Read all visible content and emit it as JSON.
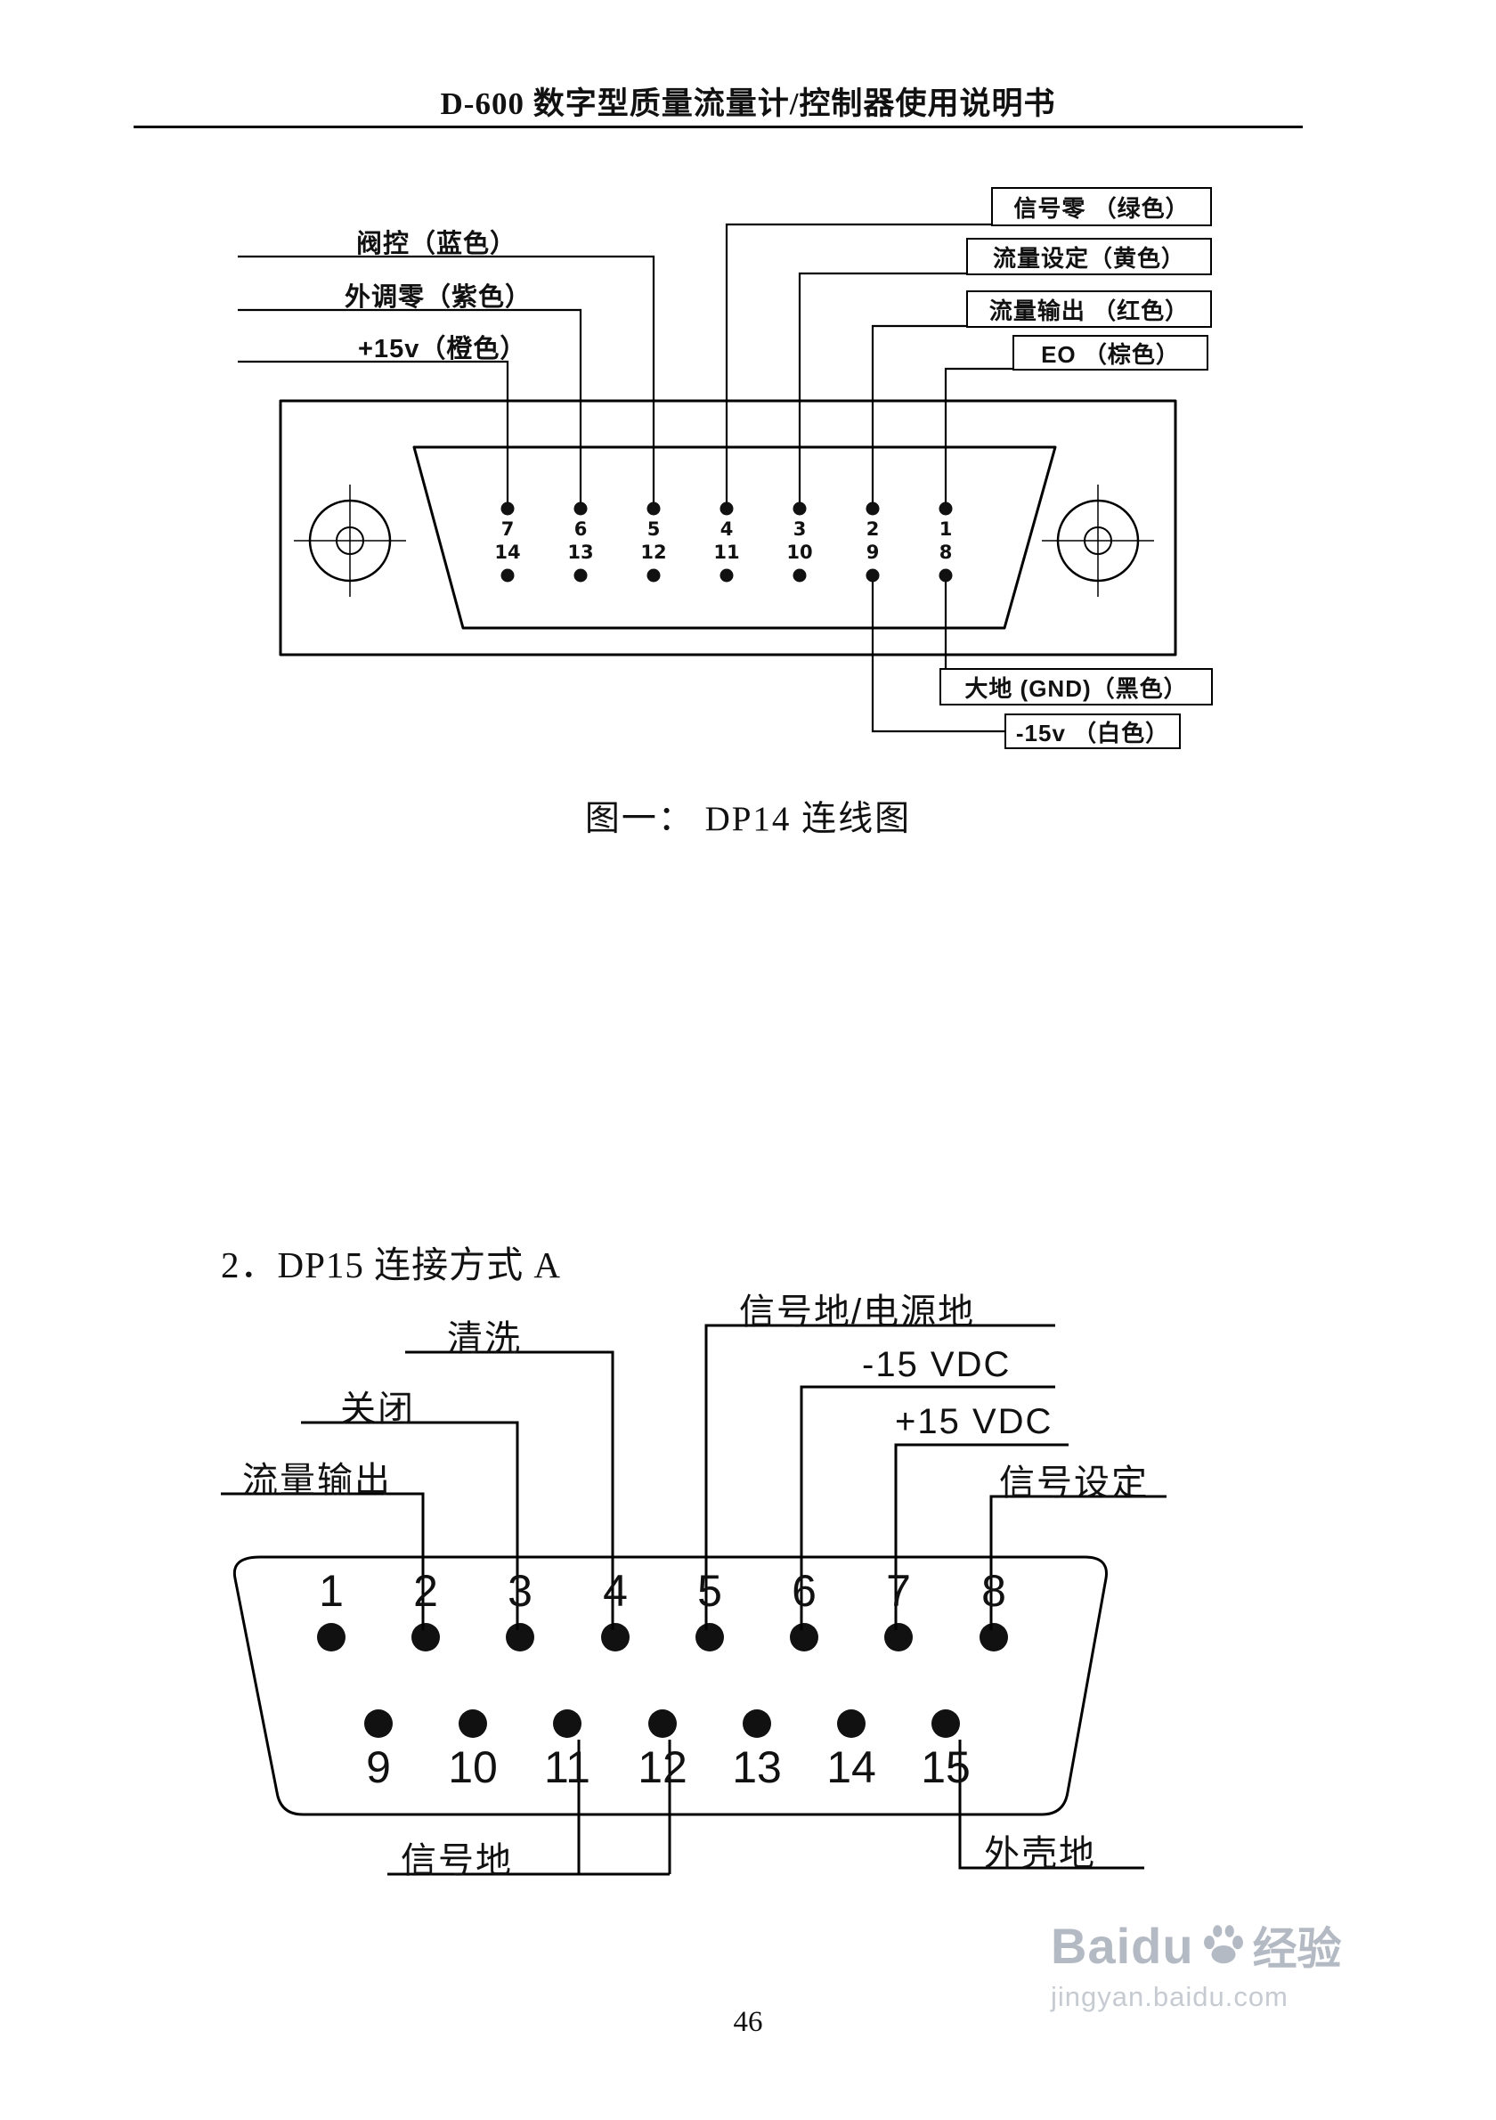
{
  "header": {
    "title": "D-600 数字型质量流量计/控制器使用说明书"
  },
  "fig1": {
    "caption": "图一：  DP14 连线图",
    "left_labels": [
      "阀控（蓝色）",
      "外调零（紫色）",
      "+15v（橙色）"
    ],
    "right_labels": [
      "信号零 （绿色）",
      "流量设定（黄色）",
      "流量输出 （红色）",
      "EO （棕色）"
    ],
    "bottom_labels": [
      "大地 (GND)（黑色）",
      "-15v （白色）"
    ],
    "pins_top": [
      "7",
      "6",
      "5",
      "4",
      "3",
      "2",
      "1"
    ],
    "pins_bottom": [
      "14",
      "13",
      "12",
      "11",
      "10",
      "9",
      "8"
    ]
  },
  "section2": {
    "heading": "2．DP15 连接方式 A"
  },
  "fig2": {
    "labels": {
      "signal_power_ground": "信号地/电源地",
      "purge": "清洗",
      "minus_15vdc": "-15 VDC",
      "close": "关闭",
      "plus_15vdc": "+15 VDC",
      "flow_output": "流量输出",
      "signal_set": "信号设定",
      "signal_ground": "信号地",
      "case_ground": "外壳地"
    },
    "pins_top": [
      "1",
      "2",
      "3",
      "4",
      "5",
      "6",
      "7",
      "8"
    ],
    "pins_bottom": [
      "9",
      "10",
      "11",
      "12",
      "13",
      "14",
      "15"
    ]
  },
  "footer": {
    "page_number": "46"
  },
  "watermark": {
    "brand": "Baidu",
    "brand_cn": "经验",
    "url": "jingyan.baidu.com",
    "brand_color": "#b4bac3",
    "url_color": "#c6cbd2"
  }
}
